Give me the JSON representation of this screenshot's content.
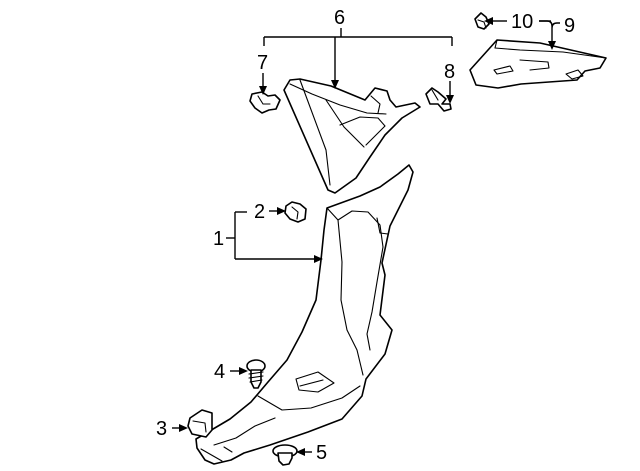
{
  "diagram": {
    "callouts": {
      "c1": "1",
      "c2": "2",
      "c3": "3",
      "c4": "4",
      "c5": "5",
      "c6": "6",
      "c7": "7",
      "c8": "8",
      "c9": "9",
      "c10": "10"
    },
    "parts": [
      {
        "callout": "1",
        "icon": "lower-pillar-trim-panel"
      },
      {
        "callout": "2",
        "icon": "retainer-clip"
      },
      {
        "callout": "3",
        "icon": "retainer-clip"
      },
      {
        "callout": "4",
        "icon": "screw"
      },
      {
        "callout": "5",
        "icon": "push-retainer"
      },
      {
        "callout": "6",
        "icon": "upper-pillar-trim-panel"
      },
      {
        "callout": "7",
        "icon": "retainer-clip"
      },
      {
        "callout": "8",
        "icon": "push-retainer"
      },
      {
        "callout": "9",
        "icon": "quarter-trim-panel"
      },
      {
        "callout": "10",
        "icon": "retainer-clip"
      }
    ],
    "line_color": "#000000",
    "background_color": "#ffffff"
  }
}
